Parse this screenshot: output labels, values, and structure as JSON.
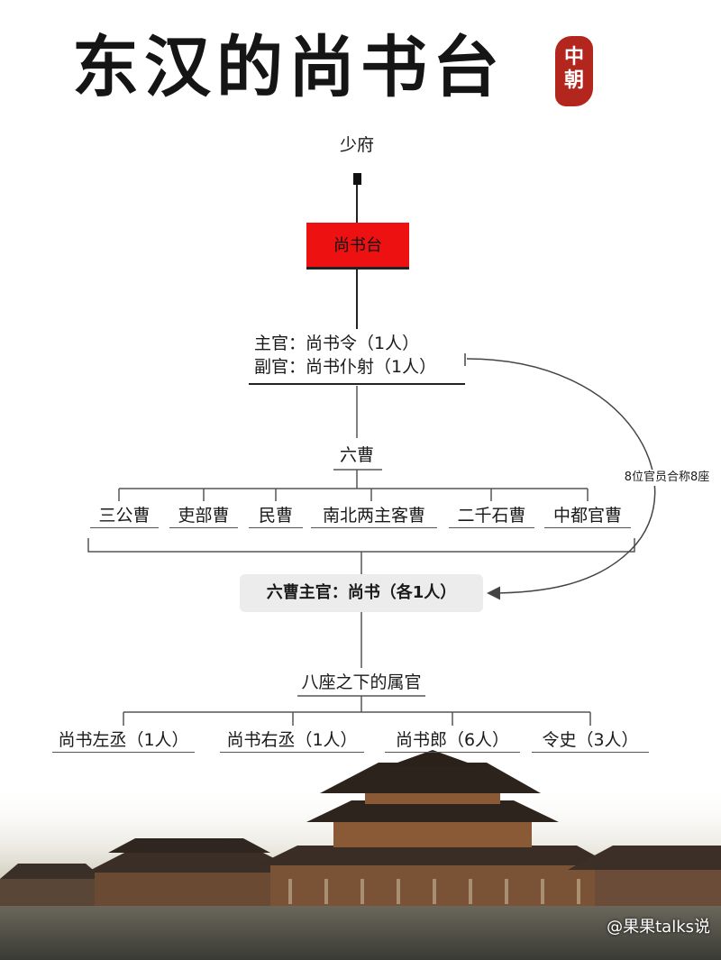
{
  "title": "东汉的尚书台",
  "seal": [
    "中",
    "朝"
  ],
  "top_node": "少府",
  "main_node": "尚书台",
  "officials": {
    "chief": "主官：尚书令（1人）",
    "deputy": "副官：尚书仆射（1人）"
  },
  "six_cao": {
    "label": "六曹",
    "items": [
      "三公曹",
      "吏部曹",
      "民曹",
      "南北两主客曹",
      "二千石曹",
      "中都官曹"
    ]
  },
  "six_cao_chief": "六曹主官：尚书（各1人）",
  "arc_note": "8位官员合称8座",
  "subordinates": {
    "label": "八座之下的属官",
    "items": [
      "尚书左丞（1人）",
      "尚书右丞（1人）",
      "尚书郎（6人）",
      "令史（3人）"
    ]
  },
  "watermark": "@果果talks说",
  "colors": {
    "accent_red": "#ee1111",
    "seal_red": "#b3261e",
    "line": "#444444",
    "pill_bg": "#ececec"
  }
}
